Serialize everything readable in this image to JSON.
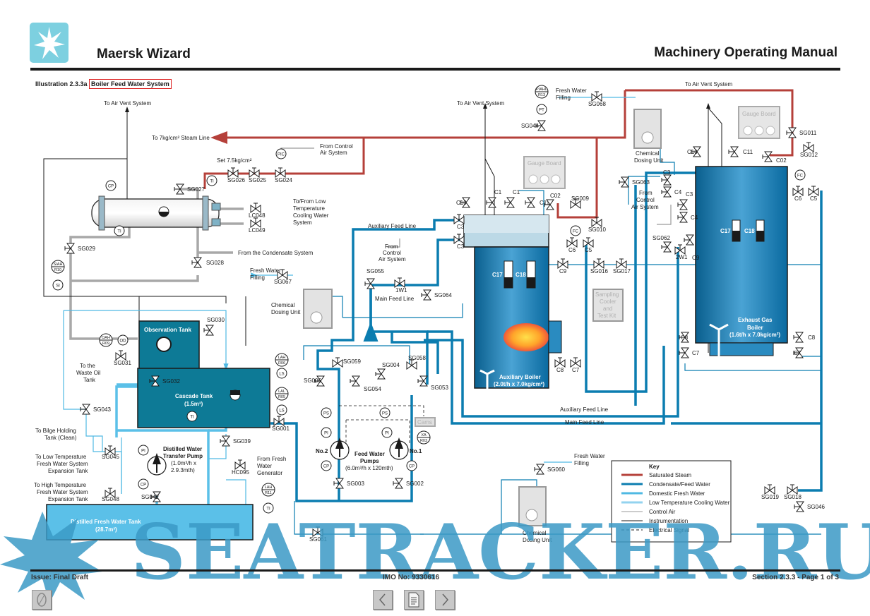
{
  "header": {
    "brand": "Maersk Wizard",
    "manual_title": "Machinery Operating Manual",
    "illustration_prefix": "Illustration 2.3.3a",
    "illustration_title": "Boiler Feed Water System"
  },
  "footer": {
    "issue": "Issue: Final Draft",
    "imo": "IMO No: 9330616",
    "section": "Section 2.3.3  -  Page 1 of 3"
  },
  "navigation": {
    "prev_icon": "chevron-left-icon",
    "contents_icon": "document-icon",
    "next_icon": "chevron-right-icon",
    "help_icon": "help-icon"
  },
  "watermark": "SEATRACKER.RU",
  "colors": {
    "saturated_steam": "#b5403a",
    "condensate_feed": "#0b7db0",
    "domestic_fresh": "#4fb9e3",
    "lt_cooling": "#93d3ef",
    "control_air": "#9a9a9a",
    "tank_fill": "#0d7a96",
    "dfw_tank_fill": "#5bc0e8",
    "logo": "#7dd0e0"
  },
  "key": {
    "title": "Key",
    "items": [
      {
        "label": "Saturated Steam",
        "style": "steam"
      },
      {
        "label": "Condensate/Feed Water",
        "style": "feed"
      },
      {
        "label": "Domestic Fresh Water",
        "style": "domestic"
      },
      {
        "label": "Low Temperature Cooling Water",
        "style": "ltcw"
      },
      {
        "label": "Control Air",
        "style": "air"
      },
      {
        "label": "Instrumentation",
        "style": "instr"
      },
      {
        "label": "Electrical Signal",
        "style": "elec"
      }
    ]
  },
  "labels": {
    "to_air_vent_1": "To Air Vent System",
    "to_air_vent_2": "To Air Vent System",
    "to_air_vent_3": "To Air Vent System",
    "steam_line": "To 7kg/cm² Steam Line",
    "from_control_air_1a": "From Control",
    "from_control_air_1b": "Air System",
    "set_pressure": "Set 7.5kg/cm²",
    "ltcw_1": "To/From Low",
    "ltcw_2": "Temperature",
    "ltcw_3": "Cooling Water",
    "ltcw_4": "System",
    "from_condensate": "From the Condensate System",
    "fw_filling_a": "Fresh Water",
    "fw_filling_b": "Filling",
    "chem_dosing_a": "Chemical",
    "chem_dosing_b": "Dosing Unit",
    "aux_feed_line": "Auxiliary Feed Line",
    "main_feed_line": "Main Feed Line",
    "from_control_air_2a": "From",
    "from_control_air_2b": "Control",
    "from_control_air_2c": "Air System",
    "observation_tank": "Observation Tank",
    "cascade_tank_a": "Cascade Tank",
    "cascade_tank_b": "(1.5m³)",
    "waste_oil_a": "To the",
    "waste_oil_b": "Waste Oil",
    "waste_oil_c": "Tank",
    "bilge_a": "To Bilge Holding",
    "bilge_b": "Tank (Clean)",
    "lt_exp_a": "To Low Temperature",
    "lt_exp_b": "Fresh Water System",
    "lt_exp_c": "Expansion Tank",
    "ht_exp_a": "To High Temperature",
    "ht_exp_b": "Fresh Water System",
    "ht_exp_c": "Expansion Tank",
    "dw_pump_a": "Distilled Water",
    "dw_pump_b": "Transfer Pump",
    "dw_pump_c": "(1.0m³/h x",
    "dw_pump_d": "2.9.3mth)",
    "dfw_tank_a": "Distilled Fresh Water Tank",
    "dfw_tank_b": "(28.7m³)",
    "fwg_a": "From Fresh",
    "fwg_b": "Water",
    "fwg_c": "Generator",
    "fwp_a": "Feed Water",
    "fwp_b": "Pumps",
    "fwp_c": "(6.0m³/h x 120mth)",
    "no2": "No.2",
    "no1": "No.1",
    "cams": "Cams",
    "gauge_board": "Gauge Board",
    "aux_boiler_a": "Auxiliary Boiler",
    "aux_boiler_b": "(2.0t/h x 7.0kg/cm²)",
    "exh_boiler_a": "Exhaust Gas",
    "exh_boiler_b": "Boiler",
    "exh_boiler_c": "(1.6t/h x 7.0kg/cm²)",
    "sampling_a": "Sampling",
    "sampling_b": "Cooler",
    "sampling_c": "and",
    "sampling_d": "Test Kit"
  },
  "valves": {
    "SG024": "SG024",
    "SG025": "SG025",
    "SG026": "SG026",
    "SG027": "SG027",
    "SG028": "SG028",
    "SG029": "SG029",
    "SG030": "SG030",
    "SG031": "SG031",
    "SG032": "SG032",
    "SG039": "SG039",
    "SG042": "SG042",
    "SG043": "SG043",
    "SG045": "SG045",
    "SG048": "SG048",
    "HC095": "HC095",
    "SG001": "SG001",
    "SG002": "SG002",
    "SG003": "SG003",
    "SG004": "SG004",
    "SG005": "SG005",
    "SG053": "SG053",
    "SG054": "SG054",
    "SG055": "SG055",
    "SG058": "SG058",
    "SG059": "SG059",
    "SG061": "SG061",
    "SG064": "SG064",
    "SG067": "SG067",
    "SG068": "SG068",
    "SG044": "SG044",
    "SG009": "SG009",
    "SG010": "SG010",
    "SG016": "SG016",
    "SG017": "SG017",
    "SG060": "SG060",
    "SG063": "SG063",
    "SG062": "SG062",
    "SG011": "SG011",
    "SG012": "SG012",
    "SG019": "SG019",
    "SG018": "SG018",
    "SG046": "SG046",
    "LC048": "LC048",
    "LC049": "LC049",
    "1W1": "1W1",
    "2W1": "2W1",
    "C1": "C1",
    "C02": "C02",
    "C3": "C3",
    "C4": "C4",
    "C5": "C5",
    "C6": "C6",
    "C7": "C7",
    "C8": "C8",
    "C9": "C9",
    "C10": "C10",
    "C11": "C11",
    "C17": "C17",
    "C18": "C18"
  },
  "instruments": {
    "CP": "CP",
    "TI": "TI",
    "PIC": "PIC",
    "PI": "PI",
    "PS": "PS",
    "PT": "PT",
    "FC": "FC",
    "SI": "SI",
    "OD": "OD",
    "LS": "LS",
    "SIAH": "SIAH",
    "R10": "R10",
    "OAH": "OAH",
    "R09": "R09",
    "LAH": "LAH",
    "R06": "R06",
    "LAL": "LAL",
    "R05": "R05",
    "R11": "R11",
    "XA": "XA",
    "R03": "R03",
    "PIAHL": "PIAHL",
    "R13": "R13"
  }
}
